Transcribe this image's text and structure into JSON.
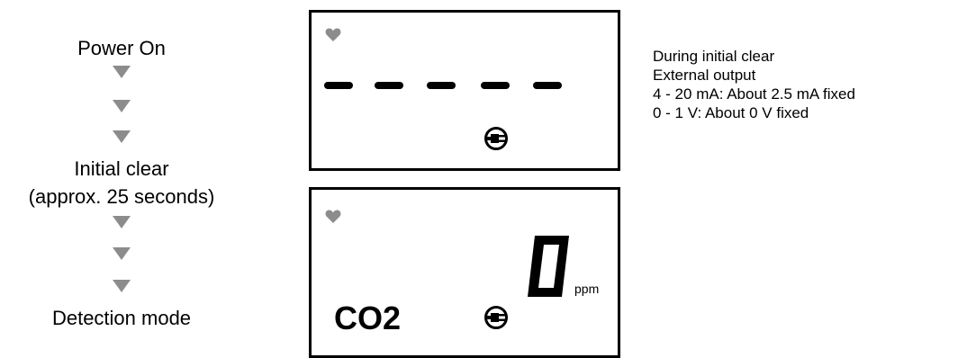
{
  "flow": {
    "step1": "Power On",
    "step2_line1": "Initial clear",
    "step2_line2": "(approx. 25 seconds)",
    "step3": "Detection mode"
  },
  "display_bottom": {
    "reading": "0",
    "unit": "ppm",
    "gas": "CO2"
  },
  "note": {
    "line1": "During initial clear",
    "line2": "External output",
    "line3": "4 - 20 mA: About 2.5 mA fixed",
    "line4": "0 - 1 V: About 0 V fixed"
  },
  "icons": [
    "heart-icon",
    "power-plug-icon"
  ],
  "colors": {
    "arrow": "#8c8c8c",
    "icon_gray": "#8c8c8c",
    "lcd": "#000000"
  }
}
